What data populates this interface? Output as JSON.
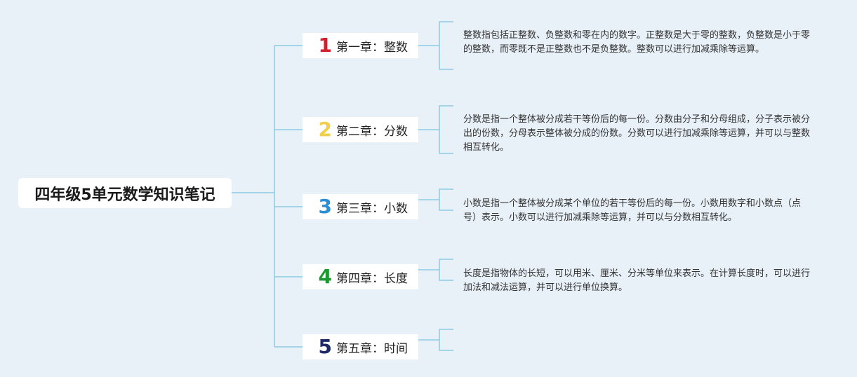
{
  "root": {
    "title": "四年级5单元数学知识笔记"
  },
  "chapters": [
    {
      "number": "1",
      "number_color": "#d21f2c",
      "title": "第一章：整数",
      "description": "整数指包括正整数、负整数和零在内的数字。正整数是大于零的整数，负整数是小于零的整数，而零既不是正整数也不是负整数。整数可以进行加减乘除等运算。"
    },
    {
      "number": "2",
      "number_color": "#f2cf4a",
      "title": "第二章：分数",
      "description": "分数是指一个整体被分成若干等份后的每一份。分数由分子和分母组成，分子表示被分出的份数，分母表示整体被分成的份数。分数可以进行加减乘除等运算，并可以与整数相互转化。"
    },
    {
      "number": "3",
      "number_color": "#2b8fd8",
      "title": "第三章：小数",
      "description": "小数是指一个整体被分成某个单位的若干等份后的每一份。小数用数字和小数点（点号）表示。小数可以进行加减乘除等运算，并可以与分数相互转化。"
    },
    {
      "number": "4",
      "number_color": "#1c9a30",
      "title": "第四章：长度",
      "description": "长度是指物体的长短，可以用米、厘米、分米等单位来表示。在计算长度时，可以进行加法和减法运算，并可以进行单位换算。"
    },
    {
      "number": "5",
      "number_color": "#1d2a6b",
      "title": "第五章：时间",
      "description": ""
    }
  ],
  "colors": {
    "background": "#e8f0f8",
    "connector": "#8ecbe6"
  }
}
